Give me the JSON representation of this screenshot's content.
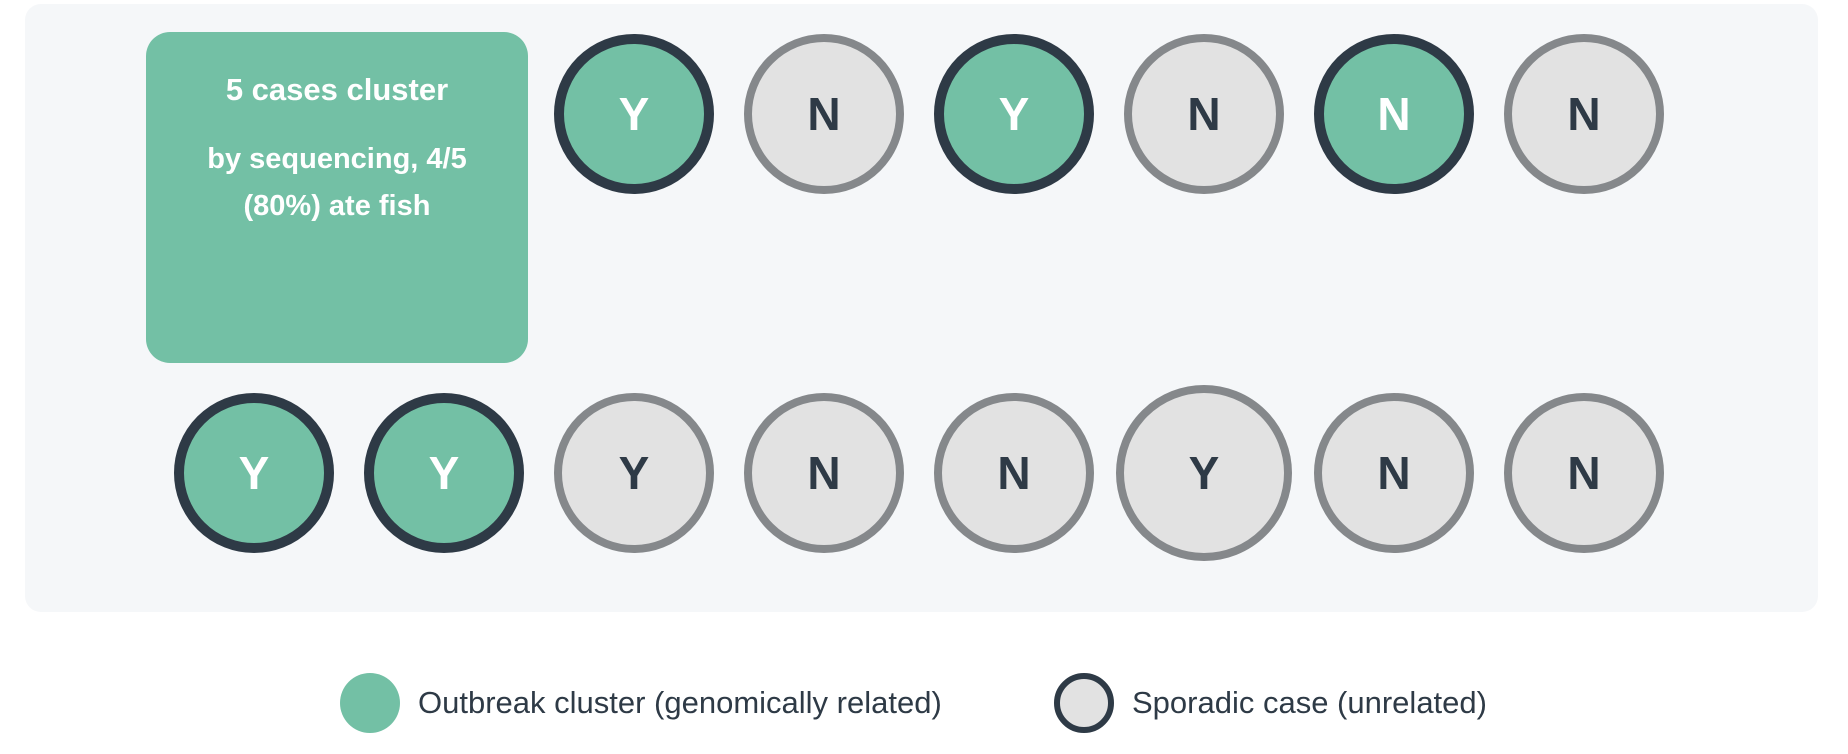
{
  "annotation": {
    "title": "5 cases cluster",
    "body": "by sequencing, 4/5 (80%) ate fish"
  },
  "rows": [
    {
      "cases": [
        {
          "label": "Y",
          "cluster": true
        },
        {
          "label": "N",
          "cluster": false
        },
        {
          "label": "Y",
          "cluster": true
        },
        {
          "label": "N",
          "cluster": false
        },
        {
          "label": "N",
          "cluster": true
        },
        {
          "label": "N",
          "cluster": false
        }
      ]
    },
    {
      "cases": [
        {
          "label": "Y",
          "cluster": true
        },
        {
          "label": "Y",
          "cluster": true
        },
        {
          "label": "Y",
          "cluster": false
        },
        {
          "label": "N",
          "cluster": false
        },
        {
          "label": "N",
          "cluster": false
        },
        {
          "label": "Y",
          "cluster": false,
          "large": true
        },
        {
          "label": "N",
          "cluster": false
        },
        {
          "label": "N",
          "cluster": false
        }
      ]
    }
  ],
  "legend": [
    {
      "label": "Outbreak cluster (genomically related)",
      "type": "outbreak"
    },
    {
      "label": "Sporadic case (unrelated)",
      "type": "sporadic"
    }
  ],
  "colors": {
    "outbreak_green": "#73c0a5",
    "navy": "#2e3a46",
    "sporadic_fill": "#e2e2e2",
    "sporadic_border": "#85888b",
    "panel_bg": "#f5f7f9"
  }
}
